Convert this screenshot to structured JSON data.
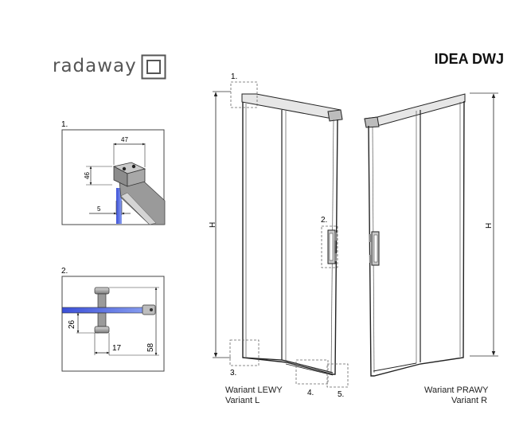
{
  "brand": {
    "name": "radaway"
  },
  "title": "IDEA DWJ",
  "details": {
    "d1": {
      "label": "1.",
      "dim_width": "47",
      "dim_height": "46",
      "dim_thickness": "5"
    },
    "d2": {
      "label": "2.",
      "dim_a": "26",
      "dim_b": "17",
      "dim_c": "58"
    }
  },
  "callouts": {
    "c1": "1.",
    "c2": "2.",
    "c3": "3.",
    "c4": "4.",
    "c5": "5."
  },
  "height_label_left": "H",
  "height_label_right": "H",
  "variants": {
    "left": {
      "line1": "Wariant LEWY",
      "line2": "Variant L"
    },
    "right": {
      "line1": "Wariant PRAWY",
      "line2": "Variant R"
    }
  }
}
